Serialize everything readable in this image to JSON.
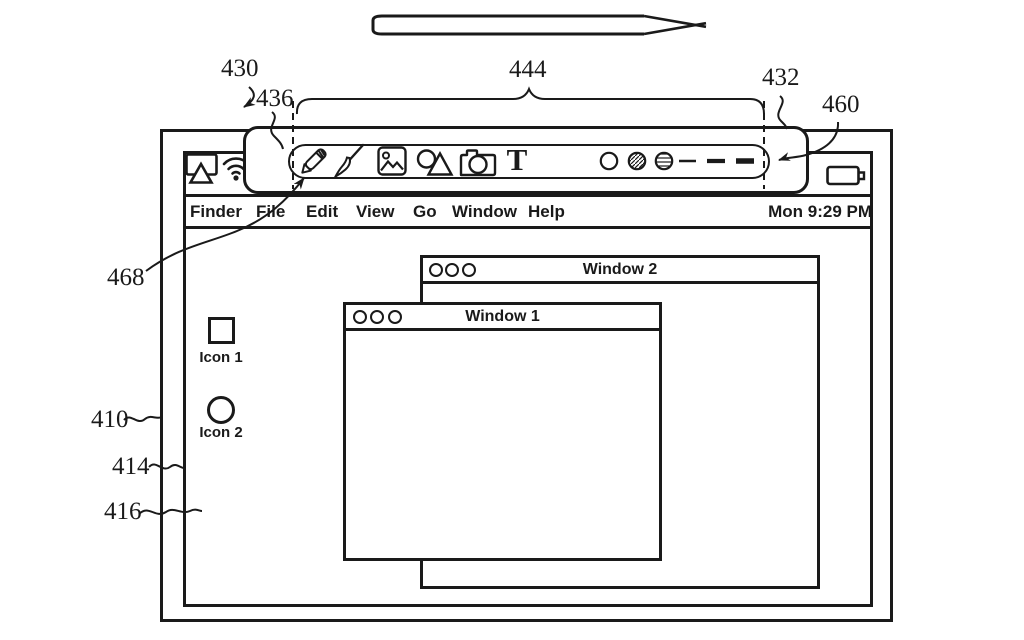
{
  "colors": {
    "ink": "#1a1a1a",
    "background": "#ffffff"
  },
  "refs": {
    "r430": "430",
    "r436": "436",
    "r444": "444",
    "r432": "432",
    "r460": "460",
    "r468": "468",
    "r410": "410",
    "r414": "414",
    "r416": "416"
  },
  "menu_bar": {
    "items": [
      "Finder",
      "File",
      "Edit",
      "View",
      "Go",
      "Window",
      "Help"
    ],
    "clock": "Mon 9:29 PM"
  },
  "status_icons": [
    "airplay",
    "wifi",
    "battery"
  ],
  "toolbar": {
    "tools": [
      "pencil",
      "brush",
      "image",
      "shapes",
      "camera",
      "text"
    ],
    "text_tool_glyph": "T",
    "swatches": [
      "plain",
      "diagonal-hatch",
      "horizontal-hatch"
    ],
    "stroke_widths": [
      "thin",
      "medium",
      "thick"
    ]
  },
  "desktop": {
    "icons": [
      {
        "shape": "square",
        "label": "Icon 1"
      },
      {
        "shape": "circle",
        "label": "Icon 2"
      }
    ]
  },
  "windows": {
    "window2": {
      "title": "Window 2"
    },
    "window1": {
      "title": "Window 1"
    }
  }
}
